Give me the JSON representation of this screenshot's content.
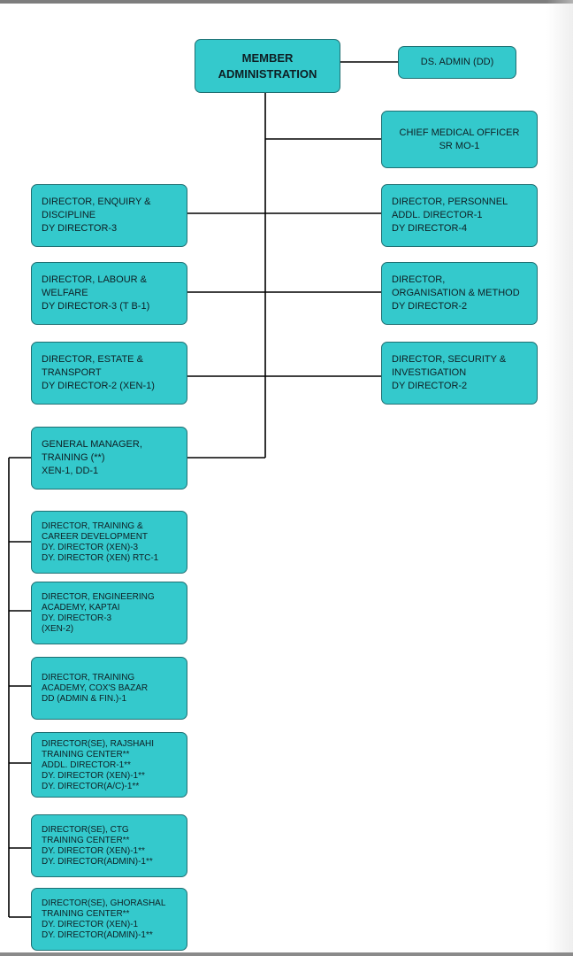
{
  "member": {
    "line1": "MEMBER",
    "line2": "ADMINISTRATION"
  },
  "ds_admin": {
    "line1": "DS. ADMIN (DD)"
  },
  "cmo": {
    "line1": "CHIEF MEDICAL OFFICER",
    "line2": "SR MO-1"
  },
  "enquiry": {
    "line1": "DIRECTOR, ENQUIRY &",
    "line2": "DISCIPLINE",
    "line3": "DY DIRECTOR-3"
  },
  "personnel": {
    "line1": "DIRECTOR, PERSONNEL",
    "line2": "ADDL. DIRECTOR-1",
    "line3": "DY DIRECTOR-4"
  },
  "labour": {
    "line1": "DIRECTOR, LABOUR &",
    "line2": "WELFARE",
    "line3": "DY DIRECTOR-3 (T B-1)"
  },
  "organisation": {
    "line1": "DIRECTOR,",
    "line2": "ORGANISATION & METHOD",
    "line3": "DY DIRECTOR-2"
  },
  "estate": {
    "line1": "DIRECTOR, ESTATE &",
    "line2": "TRANSPORT",
    "line3": "DY DIRECTOR-2 (XEN-1)"
  },
  "security": {
    "line1": "DIRECTOR, SECURITY &",
    "line2": "INVESTIGATION",
    "line3": "DY DIRECTOR-2"
  },
  "gm_training": {
    "line1": "GENERAL MANAGER,",
    "line2": "TRAINING (**)",
    "line3": "XEN-1, DD-1"
  },
  "training_career": {
    "line1": "DIRECTOR, TRAINING &",
    "line2": "CAREER DEVELOPMENT",
    "line3": "DY. DIRECTOR (XEN)-3",
    "line4": "DY. DIRECTOR (XEN) RTC-1"
  },
  "engineering": {
    "line1": "DIRECTOR, ENGINEERING",
    "line2": "ACADEMY, KAPTAI",
    "line3": "DY. DIRECTOR-3",
    "line4": "(XEN-2)"
  },
  "coxs": {
    "line1": "DIRECTOR, TRAINING",
    "line2": "ACADEMY, COX'S BAZAR",
    "line3": "DD (ADMIN & FIN.)-1"
  },
  "rajshahi": {
    "line1": "DIRECTOR(SE), RAJSHAHI",
    "line2": "TRAINING CENTER**",
    "line3": "ADDL. DIRECTOR-1**",
    "line4": "DY. DIRECTOR (XEN)-1**",
    "line5": "DY. DIRECTOR(A/C)-1**"
  },
  "ctg": {
    "line1": "DIRECTOR(SE), CTG",
    "line2": "TRAINING CENTER**",
    "line3": "DY. DIRECTOR (XEN)-1**",
    "line4": "DY. DIRECTOR(ADMIN)-1**"
  },
  "ghorashal": {
    "line1": "DIRECTOR(SE), GHORASHAL",
    "line2": "TRAINING CENTER**",
    "line3": "DY. DIRECTOR (XEN)-1",
    "line4": "DY. DIRECTOR(ADMIN)-1**"
  }
}
